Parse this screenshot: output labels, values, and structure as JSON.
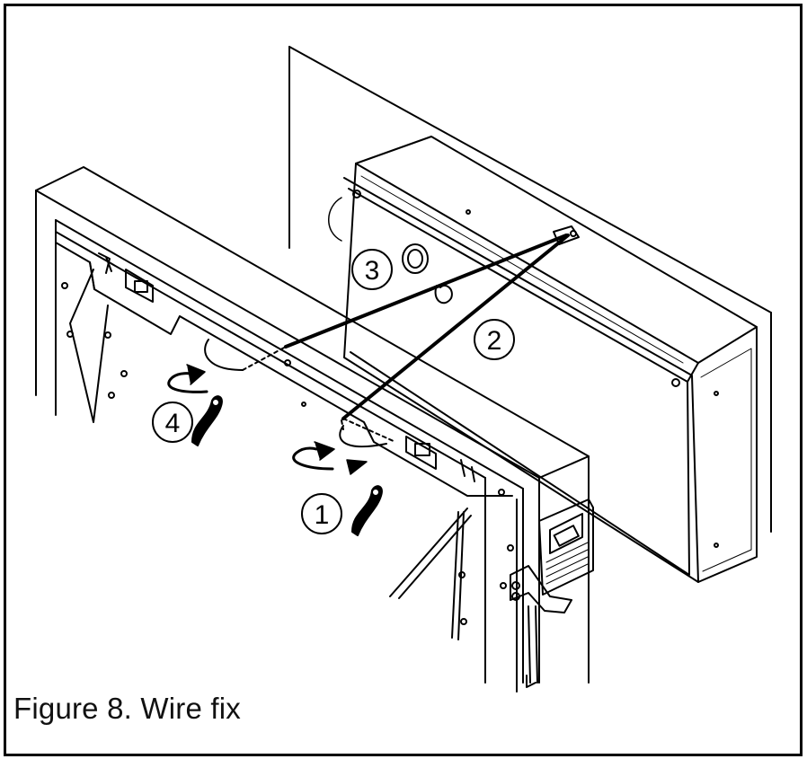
{
  "caption": "Figure 8. Wire fix",
  "callouts": [
    {
      "label": "1"
    },
    {
      "label": "2"
    },
    {
      "label": "3"
    },
    {
      "label": "4"
    }
  ],
  "colors": {
    "line": "#000000",
    "background": "#ffffff"
  }
}
